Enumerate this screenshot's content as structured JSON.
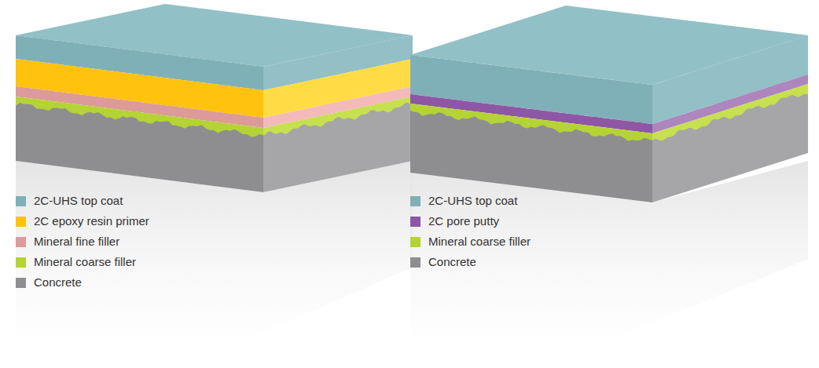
{
  "diagram": {
    "legend": [
      {
        "text": "2C-UHS top coat",
        "color": "#7fb0b8"
      },
      {
        "text": "2C epoxy resin primer",
        "color": "#ffc20e"
      },
      {
        "text": "Mineral fine filler",
        "color": "#dc9a99"
      },
      {
        "text": "Mineral coarse filler",
        "color": "#b5d334"
      },
      {
        "text": "Concrete",
        "color": "#8e8e90"
      },
      {
        "text": "2C-UHS top coat",
        "color": "#7fb0b8"
      },
      {
        "text": "2C pore putty",
        "color": "#8e57a5"
      },
      {
        "text": "Mineral coarse filler",
        "color": "#b5d334"
      },
      {
        "text": "Concrete",
        "color": "#8e8e90"
      }
    ]
  }
}
